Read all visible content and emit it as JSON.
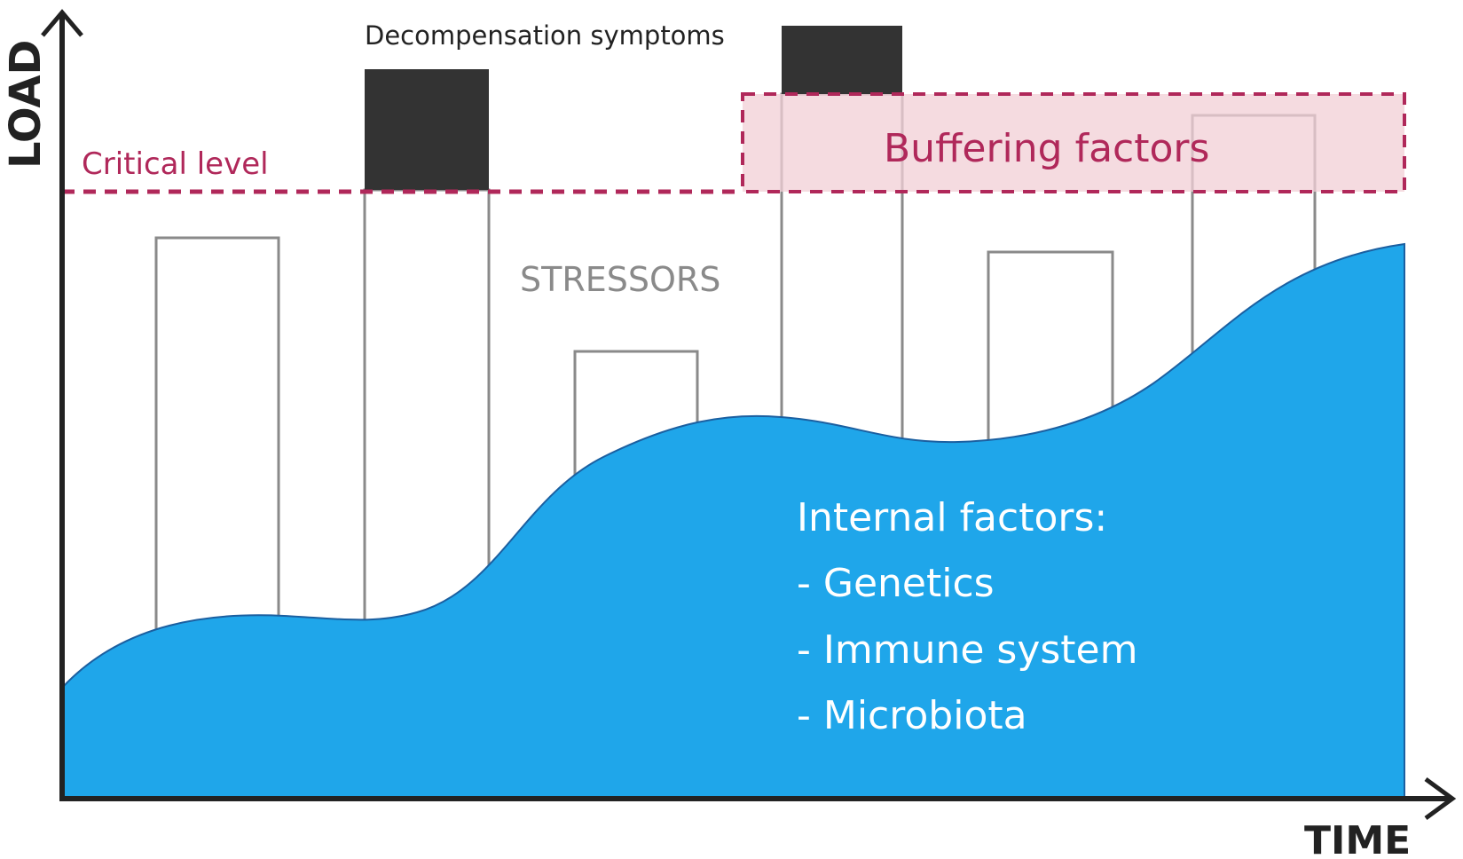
{
  "axes": {
    "y_label": "LOAD",
    "x_label": "TIME"
  },
  "labels": {
    "critical_level": "Critical level",
    "decompensation": "Decompensation symptoms",
    "stressors": "STRESSORS",
    "buffering": "Buffering factors",
    "internal_title": "Internal factors:",
    "internal_items": [
      "- Genetics",
      "- Immune system",
      "- Microbiota"
    ]
  },
  "colors": {
    "internal_fill": "#1fa6ea",
    "critical_line": "#b0285a",
    "buffer_fill": "#f2cfd6",
    "symptom_fill": "#333333",
    "stressor_stroke": "#8a8a8a",
    "stressor_text": "#8a8a8a",
    "axis": "#222222"
  }
}
